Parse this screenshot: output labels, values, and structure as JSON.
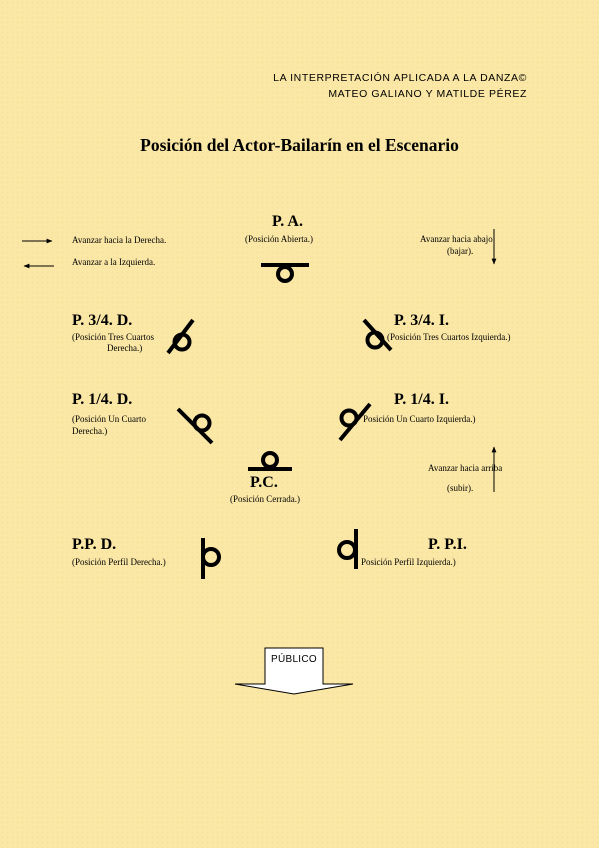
{
  "header": {
    "line1": "LA INTERPRETACIÓN APLICADA A LA DANZA©",
    "line2": "MATEO GALIANO Y MATILDE PÉREZ"
  },
  "title": "Posición del Actor-Bailarín en el Escenario",
  "instructions": {
    "right": "Avanzar hacia la Derecha.",
    "left": "Avanzar a la Izquierda.",
    "down_1": "Avanzar hacia abajo",
    "down_2": "(bajar).",
    "up_1": "Avanzar hacia arriba",
    "up_2": "(subir)."
  },
  "positions": {
    "pa": {
      "code": "P. A.",
      "desc": "(Posición Abierta.)"
    },
    "p34d": {
      "code": "P. 3/4. D.",
      "desc_1": "(Posición Tres Cuartos",
      "desc_2": "Derecha.)"
    },
    "p34i": {
      "code": "P. 3/4. I.",
      "desc": "(Posición Tres Cuartos Izquierda.)"
    },
    "p14d": {
      "code": "P. 1/4. D.",
      "desc_1": "(Posición Un Cuarto",
      "desc_2": "Derecha.)"
    },
    "p14i": {
      "code": "P. 1/4. I.",
      "desc": "Posición Un Cuarto Izquierda.)"
    },
    "pc": {
      "code": "P.C.",
      "desc": "(Posición Cerrada.)"
    },
    "ppd": {
      "code": "P.P. D.",
      "desc": "(Posición Perfil Derecha.)"
    },
    "ppi": {
      "code": "P. P.I.",
      "desc": "Posición Perfil Izquierda.)"
    }
  },
  "audience": {
    "label": "PÚBLICO"
  }
}
